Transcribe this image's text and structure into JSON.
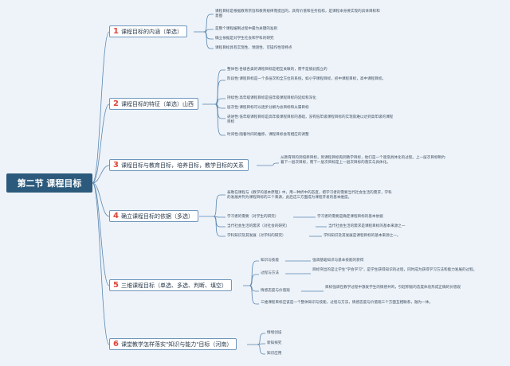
{
  "root": "第二节 课程目标",
  "topics": [
    {
      "num": "1",
      "title": "课程目标的内涵（单选）",
      "leaves": [
        "课程目标是根据教育宗旨和教育规律而提出的，具有价值和任务指标，是课程本身要实现的具体目标和意图",
        "是整个课程编制过程中最为关键的准则",
        "确立依据是对学生社会和学科的研究",
        "课程目标具有实现性、预测性、可操作性等特点"
      ]
    },
    {
      "num": "2",
      "title": "课程目标的特征（单选）山西",
      "leaves": [
        "整体性:各级各类的课程目标是相互关联的，而不是彼此孤立的",
        "阶段性:课程目标是一个多层次和全方位的系统，如小学课程目标，初中课程目标，高中课程目标。",
        "持续性:高年级课程目标是低年级课程目标的延续和深化",
        "层次性:课程目标可以逐步分解为总目标和从属目标",
        "递进性:低年级课程目标是高年级课程目标的基础，没有低年级课程目标的实现就难以达到高年级的课程目标",
        "时间性:随着时间的推移，课程目标会有相应的调整"
      ]
    },
    {
      "num": "3",
      "title": "课程目标与教育目标，培养目标，教学目标的关系",
      "leaves": [
        "从教育目的到培养目标，到课程目标再到教学目标，他们是一个逐渐具体化的过程。上一层次目标制约着下一层次目标，而下一层次目标是上一层次目标的落实与具体化。"
      ]
    },
    {
      "num": "4",
      "title": "确立课程目标的依据（多选）",
      "leaves": [
        "泰勒在课程与《教学的基本原理》中，用一种折中的态度，把学习者的需要当代社会生活的需求，学科的发展并列为课程目标的三个来源，此后这三方面成为课程开发的基本维度。"
      ],
      "pairs": [
        {
          "label": "学习者的需要（对学生的研究）",
          "desc": "学习者的需要是确定课程目标的基本依据"
        },
        {
          "label": "当代社会生活的需求（对社会的研究）",
          "desc": "当代社会生活的需求是课程目标的基本来源之一"
        },
        {
          "label": "学科知识及其发展（对学科的研究）",
          "desc": "学科知识及其发展是课程目标的基本来源之一。"
        }
      ]
    },
    {
      "num": "5",
      "title": "三维课程目标（单选、多选、判断、填空）",
      "pairs": [
        {
          "label": "知识与技能",
          "desc": "强调基础知识与基本技能的获得"
        },
        {
          "label": "过程与方法",
          "desc": "目标突出的是让学生\"学会学习\"，是学生获得知识的过程，同时成为获得学习方法和能力发展的过程。"
        },
        {
          "label": "情感态度与价值观",
          "desc": "目标强调在教学过程中激发学生的情感共鸣，引起积极的态度体验形成正确的价值观"
        }
      ],
      "leaves": [
        "三维课程目标应该是一个整体知识与技能，过程与方法，情感态度与价值观三个方面互相联系，融为一体。"
      ]
    },
    {
      "num": "6",
      "title": "课堂教学怎样落实\"知识与能力\"目标（河南）",
      "leaves": [
        "情境创设",
        "新知探究",
        "知识应用"
      ]
    }
  ],
  "colors": {
    "root_bg": "#2c5a7c",
    "line": "#5a87b0",
    "number": "#e0463a",
    "background": "#eef3f9"
  }
}
